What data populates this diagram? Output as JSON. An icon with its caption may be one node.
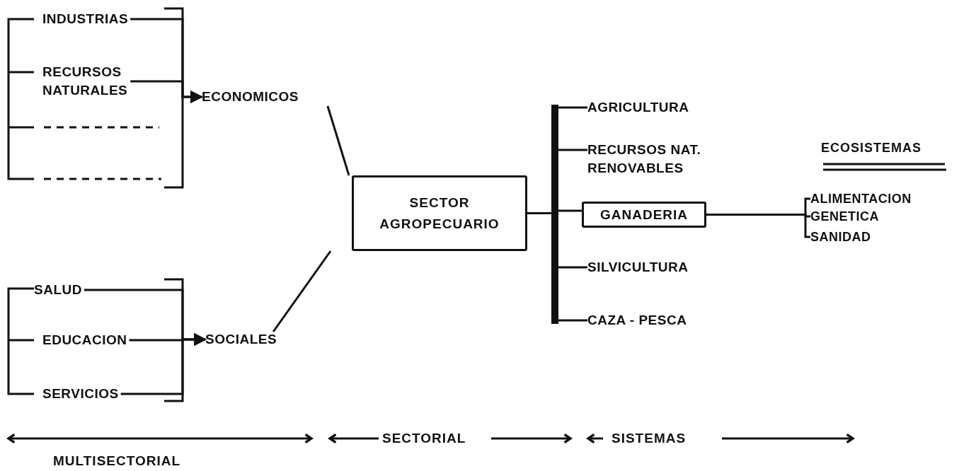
{
  "diagram": {
    "nodes": [
      {
        "text": [
          "INDUSTRIAS"
        ]
      },
      {
        "text": [
          "RECURSOS NATURALES"
        ]
      },
      {
        "text": [
          "ECONOMICOS"
        ]
      },
      {
        "text": [
          "SALUD"
        ]
      },
      {
        "text": [
          "EDUCACION"
        ]
      },
      {
        "text": [
          "SERVICIOS"
        ]
      },
      {
        "text": [
          "SOCIALES"
        ]
      },
      {
        "text": [
          "SECTOR AGROPECUARIO"
        ]
      },
      {
        "text": [
          "AGRICULTURA"
        ]
      },
      {
        "text": [
          "RECURSOS NAT. RENOVABLES"
        ]
      },
      {
        "text": [
          "GANADERIA"
        ]
      },
      {
        "text": [
          "SILVICULTURA"
        ]
      },
      {
        "text": [
          "CAZA - PESCA"
        ]
      },
      {
        "text": [
          "ALIMENTACION"
        ]
      },
      {
        "text": [
          "GENETICA"
        ]
      },
      {
        "text": [
          "SANIDAD"
        ]
      }
    ],
    "edges": [
      {
        "from": 0,
        "to": 2,
        "arrow": "to"
      },
      {
        "from": 1,
        "to": 2,
        "arrow": "to"
      },
      {
        "from": 3,
        "to": 6,
        "arrow": "to"
      },
      {
        "from": 4,
        "to": 6,
        "arrow": "to"
      },
      {
        "from": 5,
        "to": 6,
        "arrow": "to"
      },
      {
        "from": 2,
        "to": 7,
        "arrow": "none"
      },
      {
        "from": 6,
        "to": 7,
        "arrow": "none"
      },
      {
        "from": 7,
        "to": 8,
        "arrow": "none"
      },
      {
        "from": 7,
        "to": 9,
        "arrow": "none"
      },
      {
        "from": 7,
        "to": 10,
        "arrow": "none"
      },
      {
        "from": 7,
        "to": 11,
        "arrow": "none"
      },
      {
        "from": 7,
        "to": 12,
        "arrow": "none"
      },
      {
        "from": 10,
        "to": 13,
        "arrow": "none"
      },
      {
        "from": 10,
        "to": 14,
        "arrow": "none"
      },
      {
        "from": 10,
        "to": 15,
        "arrow": "none"
      }
    ],
    "labels": [
      "ECOSISTEMAS",
      "SECTORIAL",
      "SISTEMAS",
      "MULTISECTORIAL"
    ]
  }
}
